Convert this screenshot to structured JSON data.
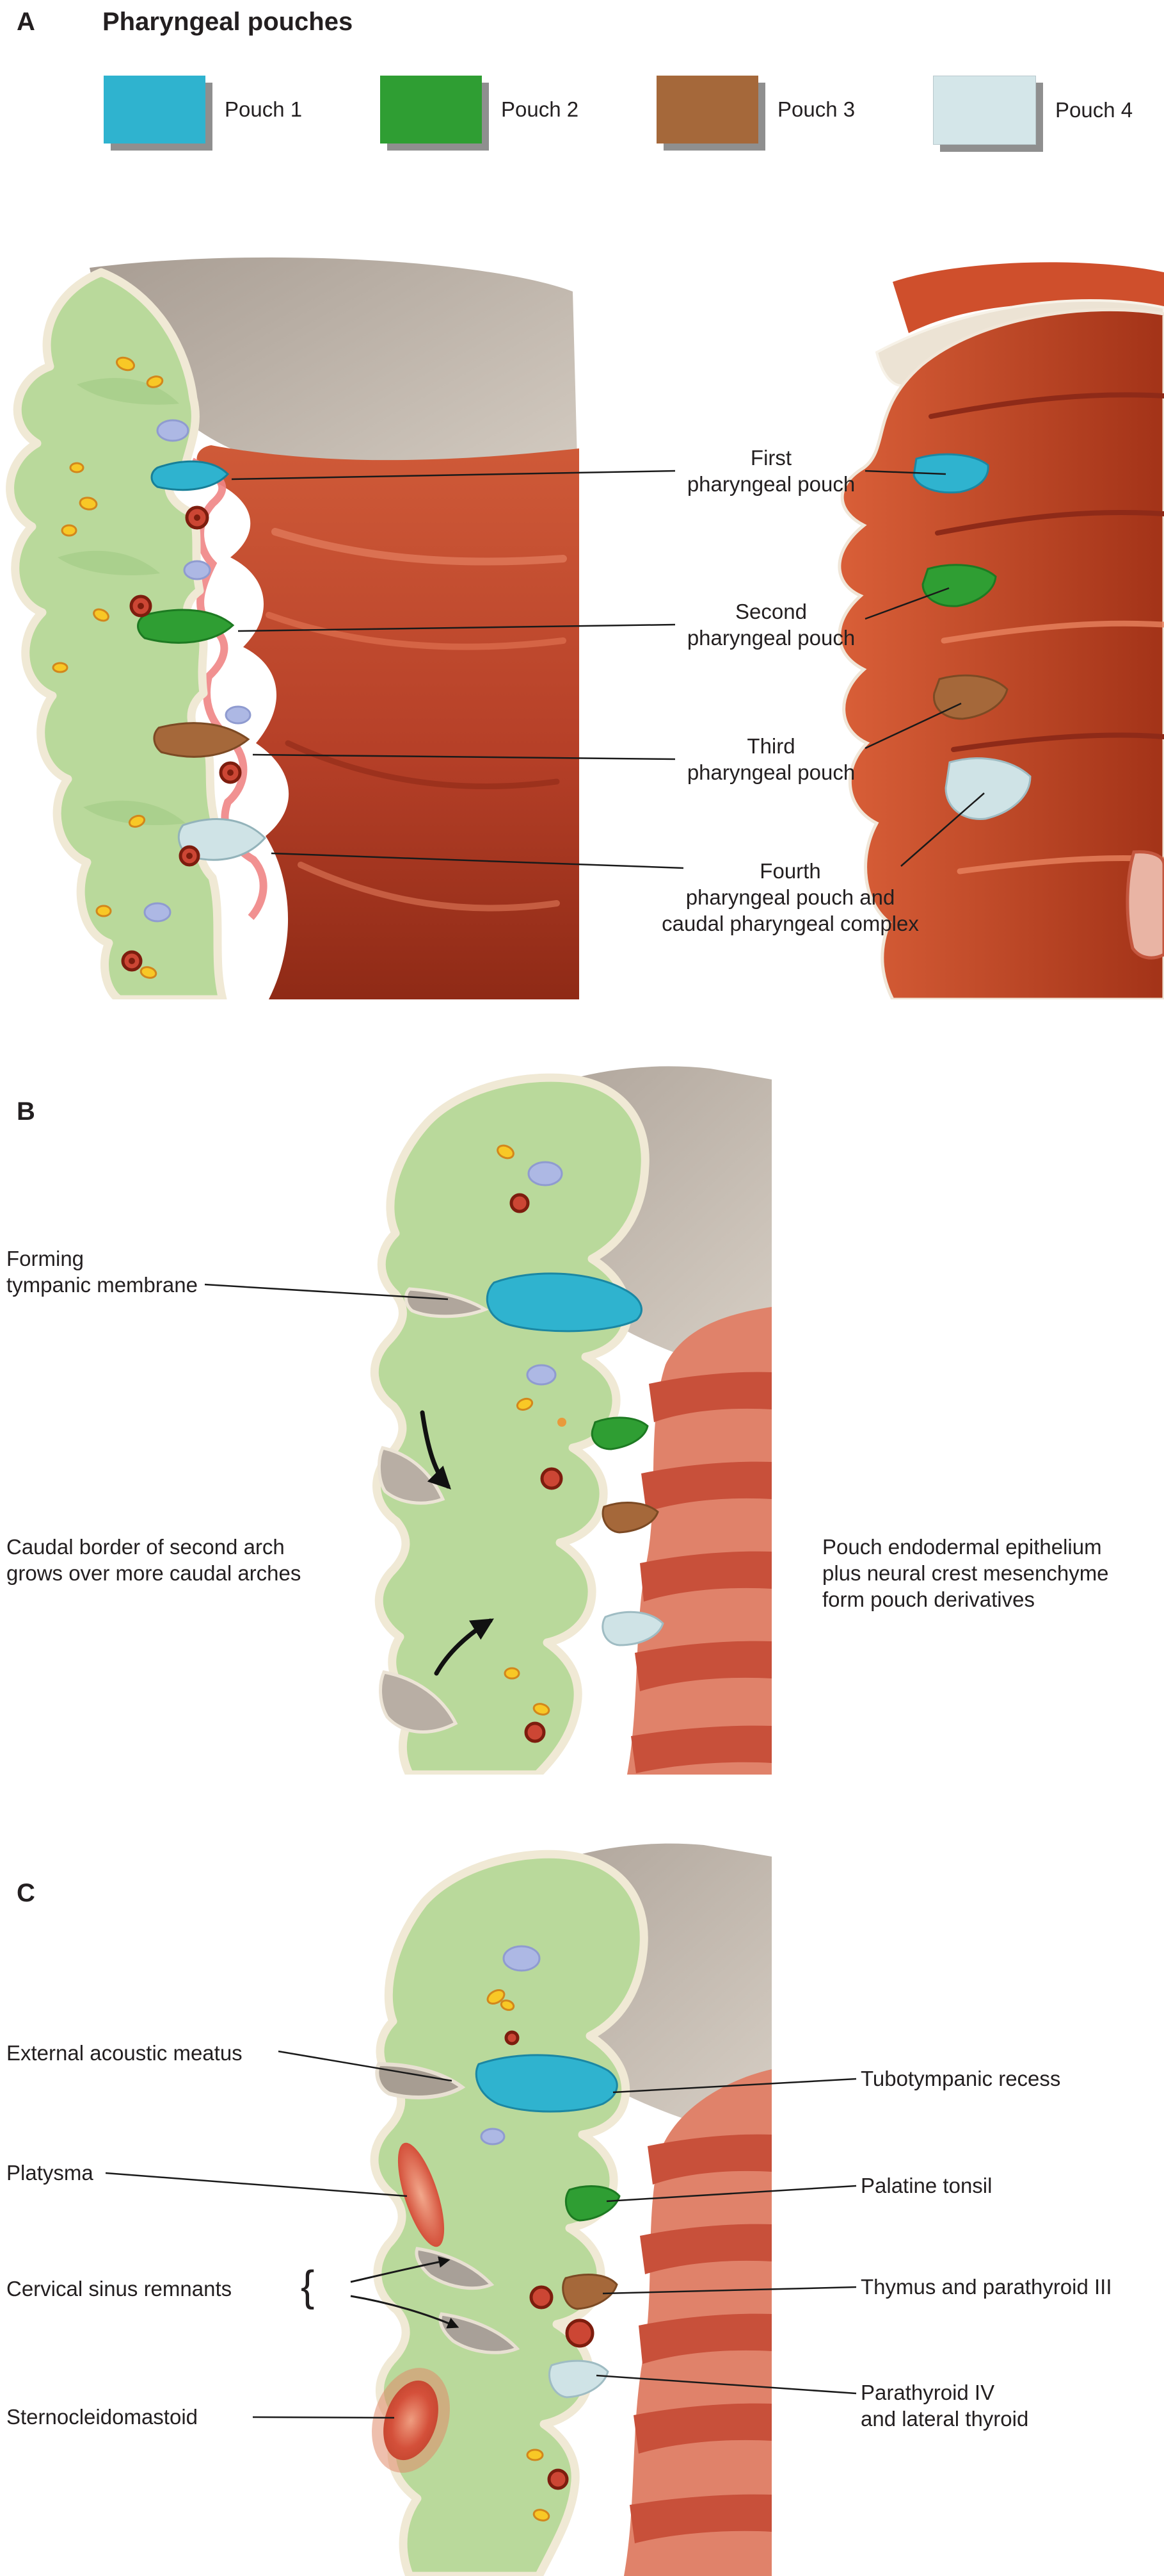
{
  "colors": {
    "pouch1": "#2fb3cf",
    "pouch2": "#2f9e33",
    "pouch3": "#a5683a",
    "pouch4": "#d4e6e9",
    "text": "#231f20",
    "green_tissue": "#b9d99b",
    "red_tissue": "#c14e32",
    "gray_tissue": "#b3a89e"
  },
  "panel_a": {
    "letter": "A",
    "title": "Pharyngeal pouches",
    "legend": [
      {
        "label": "Pouch 1",
        "color": "#2fb3cf"
      },
      {
        "label": "Pouch 2",
        "color": "#2f9e33"
      },
      {
        "label": "Pouch 3",
        "color": "#a5683a"
      },
      {
        "label": "Pouch 4",
        "color": "#d4e6e9"
      }
    ],
    "labels": {
      "first": "First\npharyngeal pouch",
      "second": "Second\npharyngeal pouch",
      "third": "Third\npharyngeal pouch",
      "fourth": "Fourth\npharyngeal pouch and\ncaudal pharyngeal complex"
    }
  },
  "panel_b": {
    "letter": "B",
    "labels": {
      "forming_tympanic_membrane": "Forming\ntympanic membrane",
      "caudal_border": "Caudal border of second arch\ngrows over more caudal arches",
      "pouch_endoderm": "Pouch endodermal epithelium\nplus neural crest mesenchyme\nform pouch derivatives"
    }
  },
  "panel_c": {
    "letter": "C",
    "labels": {
      "external_acoustic_meatus": "External acoustic meatus",
      "platysma": "Platysma",
      "cervical_sinus_remnants": "Cervical sinus remnants",
      "brace": "{",
      "sternocleidomastoid": "Sternocleidomastoid",
      "tubotympanic_recess": "Tubotympanic recess",
      "palatine_tonsil": "Palatine tonsil",
      "thymus_parathyroid_iii": "Thymus and parathyroid III",
      "parathyroid_iv": "Parathyroid IV\nand lateral thyroid"
    }
  }
}
